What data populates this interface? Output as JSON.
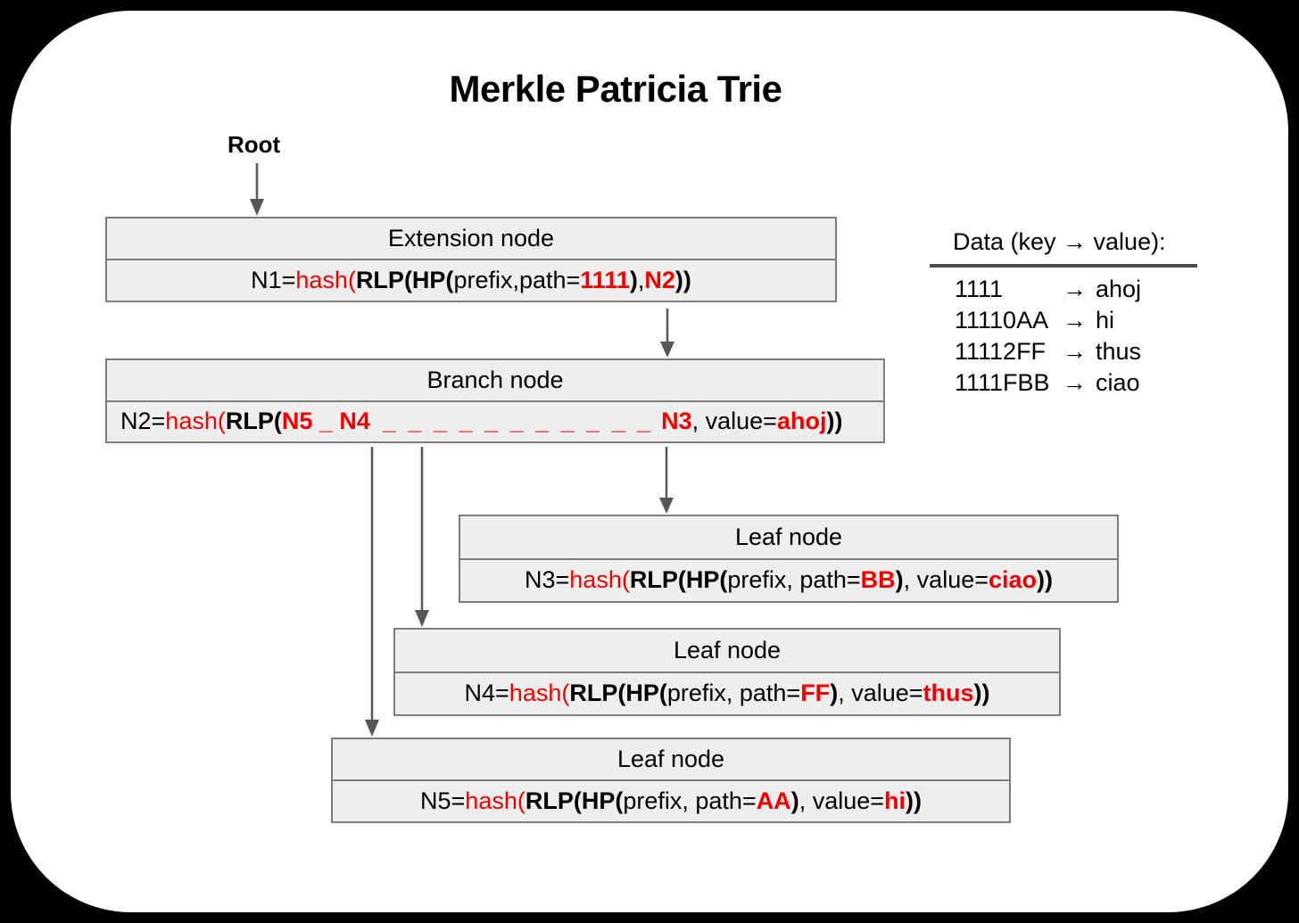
{
  "title": "Merkle Patricia Trie",
  "root_label": "Root",
  "colors": {
    "accent_red": "#f50000",
    "box_fill": "#eeeeee",
    "box_border": "#7d7d7d",
    "arrow": "#575757",
    "background_frame": "#000000"
  },
  "nodes": {
    "extension": {
      "type_label": "Extension node",
      "formula": [
        {
          "t": "N1=",
          "s": "k"
        },
        {
          "t": "hash(",
          "s": "r"
        },
        {
          "t": "RLP(HP(",
          "s": "b"
        },
        {
          "t": "prefix,path=",
          "s": "k"
        },
        {
          "t": "1111",
          "s": "R"
        },
        {
          "t": ")",
          "s": "b"
        },
        {
          "t": ", ",
          "s": "k"
        },
        {
          "t": "N2",
          "s": "R"
        },
        {
          "t": "))",
          "s": "b"
        }
      ]
    },
    "branch": {
      "type_label": "Branch node",
      "formula": [
        {
          "t": "N2=",
          "s": "k"
        },
        {
          "t": "hash(",
          "s": "r"
        },
        {
          "t": "RLP(",
          "s": "b"
        },
        {
          "t": "N5 _ N4",
          "s": "R"
        },
        {
          "t": "_ _ _ _ _ _ _ _ _ _ _",
          "s": "d"
        },
        {
          "t": "N3",
          "s": "R"
        },
        {
          "t": ", value=",
          "s": "k"
        },
        {
          "t": "ahoj",
          "s": "R"
        },
        {
          "t": "))",
          "s": "b"
        }
      ]
    },
    "leaf_n3": {
      "type_label": "Leaf node",
      "formula": [
        {
          "t": "N3=",
          "s": "k"
        },
        {
          "t": "hash(",
          "s": "r"
        },
        {
          "t": "RLP(HP(",
          "s": "b"
        },
        {
          "t": "prefix, path=",
          "s": "k"
        },
        {
          "t": "BB",
          "s": "R"
        },
        {
          "t": ")",
          "s": "b"
        },
        {
          "t": ", value=",
          "s": "k"
        },
        {
          "t": "ciao",
          "s": "R"
        },
        {
          "t": "))",
          "s": "b"
        }
      ]
    },
    "leaf_n4": {
      "type_label": "Leaf node",
      "formula": [
        {
          "t": "N4=",
          "s": "k"
        },
        {
          "t": "hash(",
          "s": "r"
        },
        {
          "t": "RLP(HP(",
          "s": "b"
        },
        {
          "t": "prefix, path=",
          "s": "k"
        },
        {
          "t": "FF",
          "s": "R"
        },
        {
          "t": ")",
          "s": "b"
        },
        {
          "t": ", value=",
          "s": "k"
        },
        {
          "t": "thus",
          "s": "R"
        },
        {
          "t": "))",
          "s": "b"
        }
      ]
    },
    "leaf_n5": {
      "type_label": "Leaf node",
      "formula": [
        {
          "t": "N5=",
          "s": "k"
        },
        {
          "t": "hash(",
          "s": "r"
        },
        {
          "t": "RLP(HP(",
          "s": "b"
        },
        {
          "t": "prefix, path=",
          "s": "k"
        },
        {
          "t": "AA",
          "s": "R"
        },
        {
          "t": ")",
          "s": "b"
        },
        {
          "t": ", value=",
          "s": "k"
        },
        {
          "t": "hi",
          "s": "R"
        },
        {
          "t": "))",
          "s": "b"
        }
      ]
    }
  },
  "data_panel": {
    "heading": "Data (key → value):",
    "arrow_glyph": "→",
    "rows": [
      {
        "key": "1111",
        "value": "ahoj"
      },
      {
        "key": "11110AA",
        "value": "hi"
      },
      {
        "key": "11112FF",
        "value": "thus"
      },
      {
        "key": "1111FBB",
        "value": "ciao"
      }
    ]
  }
}
